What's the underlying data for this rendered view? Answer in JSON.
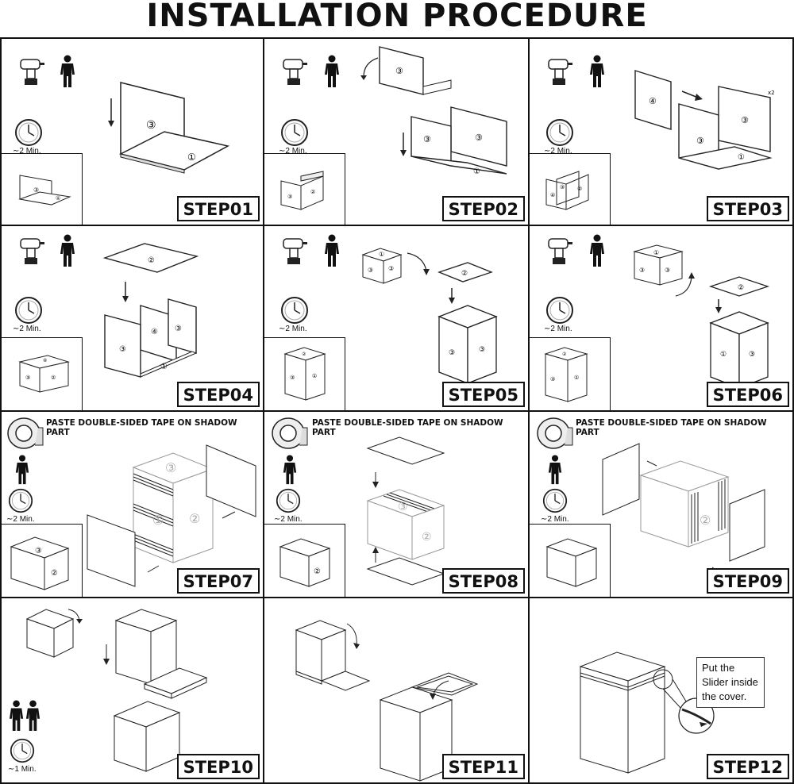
{
  "title": "INSTALLATION PROCEDURE",
  "steps": [
    {
      "label": "STEP01",
      "time": "2 Min."
    },
    {
      "label": "STEP02",
      "time": "2 Min."
    },
    {
      "label": "STEP03",
      "time": "2 Min."
    },
    {
      "label": "STEP04",
      "time": "2 Min."
    },
    {
      "label": "STEP05",
      "time": "2 Min."
    },
    {
      "label": "STEP06",
      "time": "2 Min."
    },
    {
      "label": "STEP07",
      "time": "2 Min.",
      "note": "PASTE DOUBLE-SIDED TAPE ON SHADOW PART"
    },
    {
      "label": "STEP08",
      "time": "2 Min.",
      "note": "PASTE DOUBLE-SIDED TAPE ON SHADOW PART"
    },
    {
      "label": "STEP09",
      "time": "2 Min.",
      "note": "PASTE DOUBLE-SIDED TAPE ON SHADOW PART"
    },
    {
      "label": "STEP10",
      "time": "1 Min."
    },
    {
      "label": "STEP11"
    },
    {
      "label": "STEP12",
      "callout": "Put the Slider inside the cover."
    }
  ],
  "panel_numbers": [
    "①",
    "②",
    "③",
    "④"
  ],
  "x2": "x2",
  "icons": [
    "drill-icon",
    "person-icon",
    "clock-icon",
    "tape-roll-icon",
    "two-people-icon",
    "arrow-icon"
  ]
}
